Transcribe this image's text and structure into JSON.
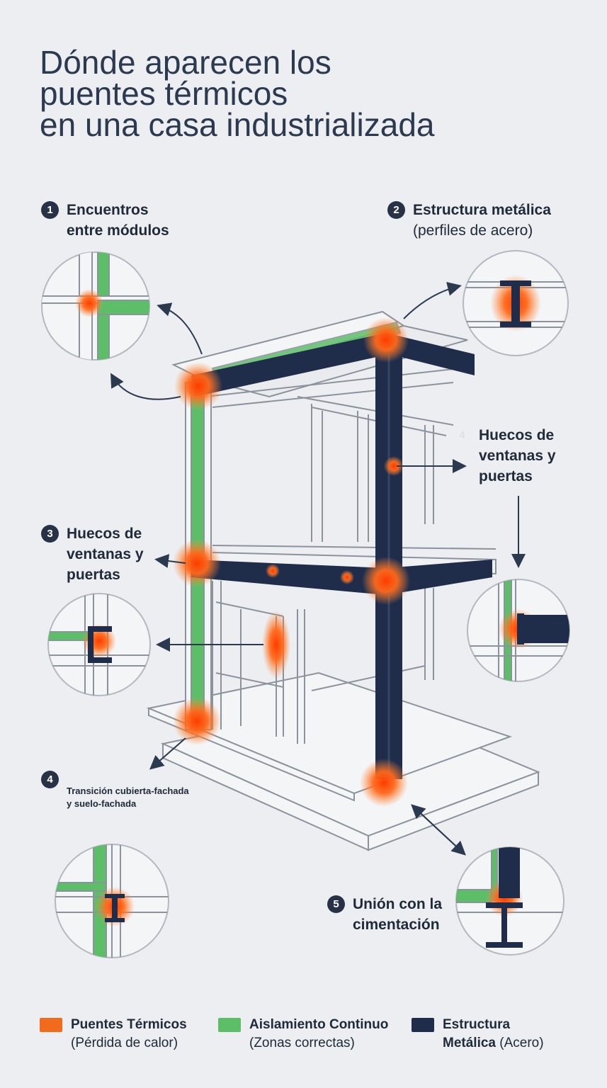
{
  "title": {
    "line1": "Dónde aparecen los",
    "line2": "puentes térmicos",
    "line3": "en una casa industrializada"
  },
  "callouts": {
    "c1": {
      "num": "1",
      "line1": "Encuentros",
      "line2": "entre módulos"
    },
    "c2": {
      "num": "2",
      "line1": "Estructura metálica",
      "line2": "(perfiles de acero)"
    },
    "c3": {
      "num": "3",
      "line1": "Huecos de",
      "line2": "ventanas y",
      "line3": "puertas"
    },
    "c4": {
      "num": "4",
      "line1": "Huecos de",
      "line2": "ventanas y",
      "line3": "puertas"
    },
    "c5": {
      "num": "4",
      "line1": "Transición cubierta-fachada",
      "line2": "y suelo-fachada"
    },
    "c6": {
      "num": "5",
      "line1": "Unión con la",
      "line2": "cimentación"
    }
  },
  "legend": {
    "thermal": {
      "bold": "Puentes Térmicos",
      "light": "(Pérdida de calor)",
      "color": "#f26a1b"
    },
    "insulation": {
      "bold": "Aislamiento Continuo",
      "light": "(Zonas correctas)",
      "color": "#5cbf68"
    },
    "steel": {
      "bold1": "Estructura",
      "bold2": "Metálica",
      "light": "(Acero)",
      "color": "#1f2d4a"
    }
  },
  "colors": {
    "heat": "#f26a1b",
    "insulation": "#5cbf68",
    "steel": "#1f2d4a",
    "outline": "#8c939c",
    "arrow": "#2c3a50"
  }
}
